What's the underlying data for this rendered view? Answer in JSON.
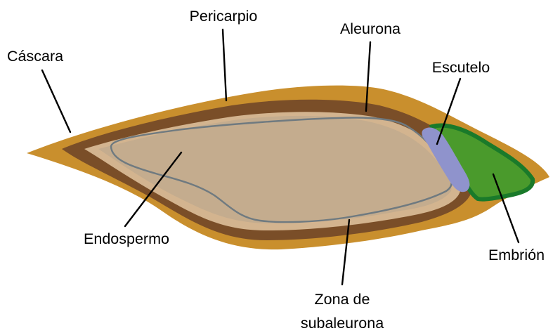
{
  "diagram": {
    "labels": {
      "cascara": "Cáscara",
      "pericarpio": "Pericarpio",
      "aleurona": "Aleurona",
      "escutelo": "Escutelo",
      "endospermo": "Endospermo",
      "embrion": "Embrión",
      "subaleurona_line1": "Zona de",
      "subaleurona_line2": "subaleurona"
    },
    "colors": {
      "cascara": "#C98F2D",
      "pericarpio": "#7A4E28",
      "aleurona": "#D3B48F",
      "endospermo": "#C4AC8E",
      "subaleurona_outline": "#6F7A80",
      "escutelo": "#8F93CC",
      "embrion_fill": "#4A9A2C",
      "embrion_outline": "#1A7A2A",
      "leader_lines": "#000000"
    }
  }
}
